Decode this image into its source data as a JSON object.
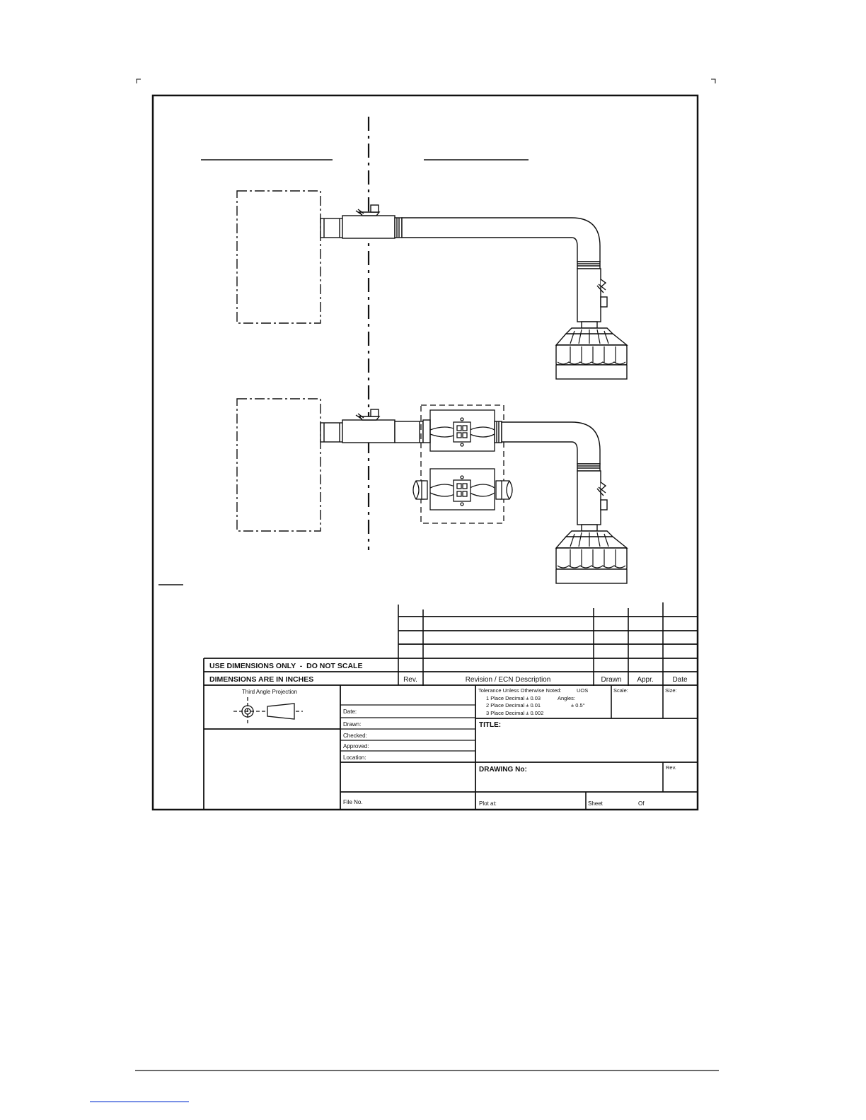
{
  "title_block": {
    "notes": {
      "scale_note": "USE DIMENSIONS ONLY  -  DO NOT SCALE",
      "units_note": "DIMENSIONS ARE IN INCHES"
    },
    "revision_table": {
      "headers": {
        "rev": "Rev.",
        "description": "Revision / ECN Description",
        "drawn": "Drawn",
        "appr": "Appr.",
        "date": "Date"
      }
    },
    "projection": {
      "label": "Third Angle Projection"
    },
    "fields": {
      "date": "Date:",
      "drawn": "Drawn:",
      "checked": "Checked:",
      "approved": "Approved:",
      "location": "Location:",
      "file_no": "File No."
    },
    "tolerance": {
      "heading": "Tolerance Unless Otherwise Noted:",
      "uos": "UOS",
      "place1": "1 Place Decimal ± 0.03",
      "angles": "Angles:",
      "place2": "2 Place Decimal ± 0.01",
      "angle_value": "± 0.5°",
      "place3": "3 Place Decimal ± 0.002"
    },
    "scale_label": "Scale:",
    "size_label": "Size:",
    "title_label": "TITLE:",
    "drawing_no_label": "DRAWING No:",
    "rev_label": "Rev.",
    "plot_at": "Plot at:",
    "sheet_label": "Sheet",
    "of_label": "Of"
  }
}
